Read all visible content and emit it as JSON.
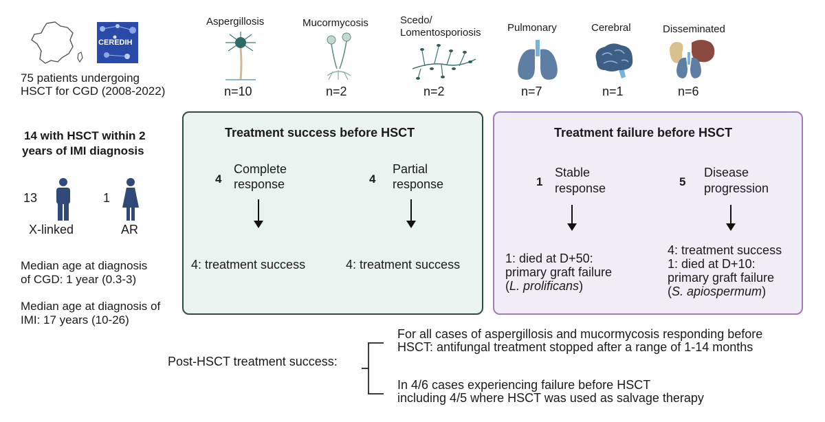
{
  "left": {
    "cohort_line1": "75 patients undergoing",
    "cohort_line2": "HSCT for CGD (2008-2022)",
    "logo_text": "CEREDIH",
    "subset_line1": "14 with HSCT within 2",
    "subset_line2": "years of IMI diagnosis",
    "male_count": "13",
    "female_count": "1",
    "male_label": "X-linked",
    "female_label": "AR",
    "median_cgd_line1": "Median age at diagnosis",
    "median_cgd_line2": "of CGD: 1 year (0.3-3)",
    "median_imi_line1": "Median age at diagnosis of",
    "median_imi_line2": "IMI: 17 years (10-26)"
  },
  "infections": [
    {
      "label": "Aspergillosis",
      "n": "n=10",
      "icon": "aspergillus-icon"
    },
    {
      "label": "Mucormycosis",
      "n": "n=2",
      "icon": "mucor-icon"
    },
    {
      "label_line1": "Scedo/",
      "label_line2": "Lomentosporiosis",
      "n": "n=2",
      "icon": "scedosporium-icon"
    },
    {
      "label": "Pulmonary",
      "n": "n=7",
      "icon": "lungs-icon"
    },
    {
      "label": "Cerebral",
      "n": "n=1",
      "icon": "brain-icon"
    },
    {
      "label": "Disseminated",
      "n": "n=6",
      "icon": "disseminated-icon"
    }
  ],
  "success_box": {
    "title": "Treatment success before HSCT",
    "col1": {
      "count": "4",
      "line1": "Complete",
      "line2": "response",
      "outcome": "4: treatment success"
    },
    "col2": {
      "count": "4",
      "line1": "Partial",
      "line2": "response",
      "outcome": "4: treatment success"
    }
  },
  "failure_box": {
    "title": "Treatment failure before HSCT",
    "col1": {
      "count": "1",
      "line1": "Stable",
      "line2": "response",
      "out1": "1: died at D+50:",
      "out2": "primary graft failure",
      "out3_pre": "(",
      "out3_it": "L. prolificans",
      "out3_post": ")"
    },
    "col2": {
      "count": "5",
      "line1": "Disease",
      "line2": "progression",
      "out1": "4: treatment success",
      "out2": "1: died at D+10:",
      "out3": "primary graft failure",
      "out4_pre": "(",
      "out4_it": "S. apiospermum",
      "out4_post": ")"
    }
  },
  "post": {
    "label": "Post-HSCT treatment success:",
    "item1_line1": "For all cases of aspergillosis and mucormycosis responding before",
    "item1_line2": "HSCT: antifungal treatment stopped after a range of 1-14 months",
    "item2_line1": "In 4/6 cases experiencing failure before HSCT",
    "item2_line2": "including 4/5 where HSCT was used as salvage therapy"
  },
  "colors": {
    "success_border": "#2e4a47",
    "success_fill": "#e9f3f0",
    "failure_border": "#a17ab8",
    "failure_fill": "#f1edf6",
    "lung": "#5e7fa3",
    "brain": "#3d5f86"
  }
}
